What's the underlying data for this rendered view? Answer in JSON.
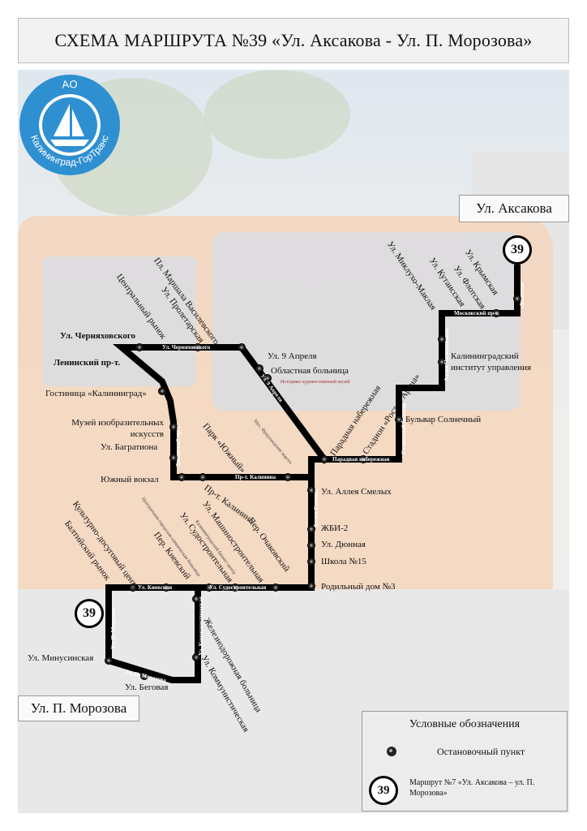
{
  "title": "СХЕМА МАРШРУТА №39 «Ул. Аксакова - Ул. П. Морозова»",
  "logo": {
    "top": "АО",
    "ring": "Калининград-ГорТранс",
    "icon": "sailboat-icon",
    "color": "#2e8fd1"
  },
  "terminals": {
    "start": "Ул. Аксакова",
    "end": "Ул. П. Морозова"
  },
  "route_number": "39",
  "route_color": "#000000",
  "stops": [
    "Ул. Черняховского",
    "Ленинский пр-т.",
    "Центральный рынок",
    "Пл. Маршала Василевского",
    "Ул. Пролетарская",
    "Ул. 9 Апреля",
    "Областная больница",
    "Гостиница «Калининград»",
    "Музей изобразительных искусств",
    "Ул. Багратиона",
    "Южный вокзал",
    "Парк «Южный»",
    "Пр-т. Калинина",
    "Парадная набережная",
    "Стадион «Ростех Арена»",
    "Бульвар Солнечный",
    "Калининградский институт управления",
    "Ул. Флотская",
    "Ул. Кутаисская",
    "Ул. Миклухо-Маклая",
    "Ул. Крымская",
    "Ул. Аллея Смелых",
    "ЖБИ-2",
    "Ул. Дюнная",
    "Школа №15",
    "Родильный дом №3",
    "Ул. Машиностроительная",
    "Пер. Очаковский",
    "Ул. Судостроительная",
    "Пер. Киевский",
    "Культурно-досуговый центр",
    "Балтийский рынок",
    "Ул. Минусинская",
    "Ул. Беговая",
    "Железнодорожная больница",
    "Ул. Коммунистическая"
  ],
  "small_labels": {
    "museum": "Историко-художественный музей",
    "fish_village": "Мус. Фридландские ворота",
    "hospital": "Центральная городская клиническая больница",
    "center": "Калининградский бизнес-центр"
  },
  "streets": {
    "chernyakhovskogo": "Ул. Черняховского",
    "leninsky": "Ленинский пр-т.",
    "kalinina": "Пр-т. Калинина",
    "moskovsky": "Московский пр-т.",
    "flotskaya": "Флотская",
    "naberezhnaya": "Парадная набережная",
    "solnechny": "Солнечный бульвар",
    "chelyuskintsev": "Аллея Челюскинцев",
    "aleya": "Аллея Смелых",
    "sudostroitelnaya": "Ул. Судостроительная",
    "kievskaya": "Ул. Киевская",
    "kommunisticheskaya": "Ул. Коммунистическая",
    "morozova_v": "Ул. П. Морозова",
    "morozova_h": "Ул. П. Морозова",
    "pugacheva": "Ул. 9 Апреля"
  },
  "legend": {
    "title": "Условные обозначения",
    "stop": "Остановочный пункт",
    "route_badge": "39",
    "route_text": "Маршрут №7 «Ул. Аксакова – ул. П. Морозова»"
  }
}
